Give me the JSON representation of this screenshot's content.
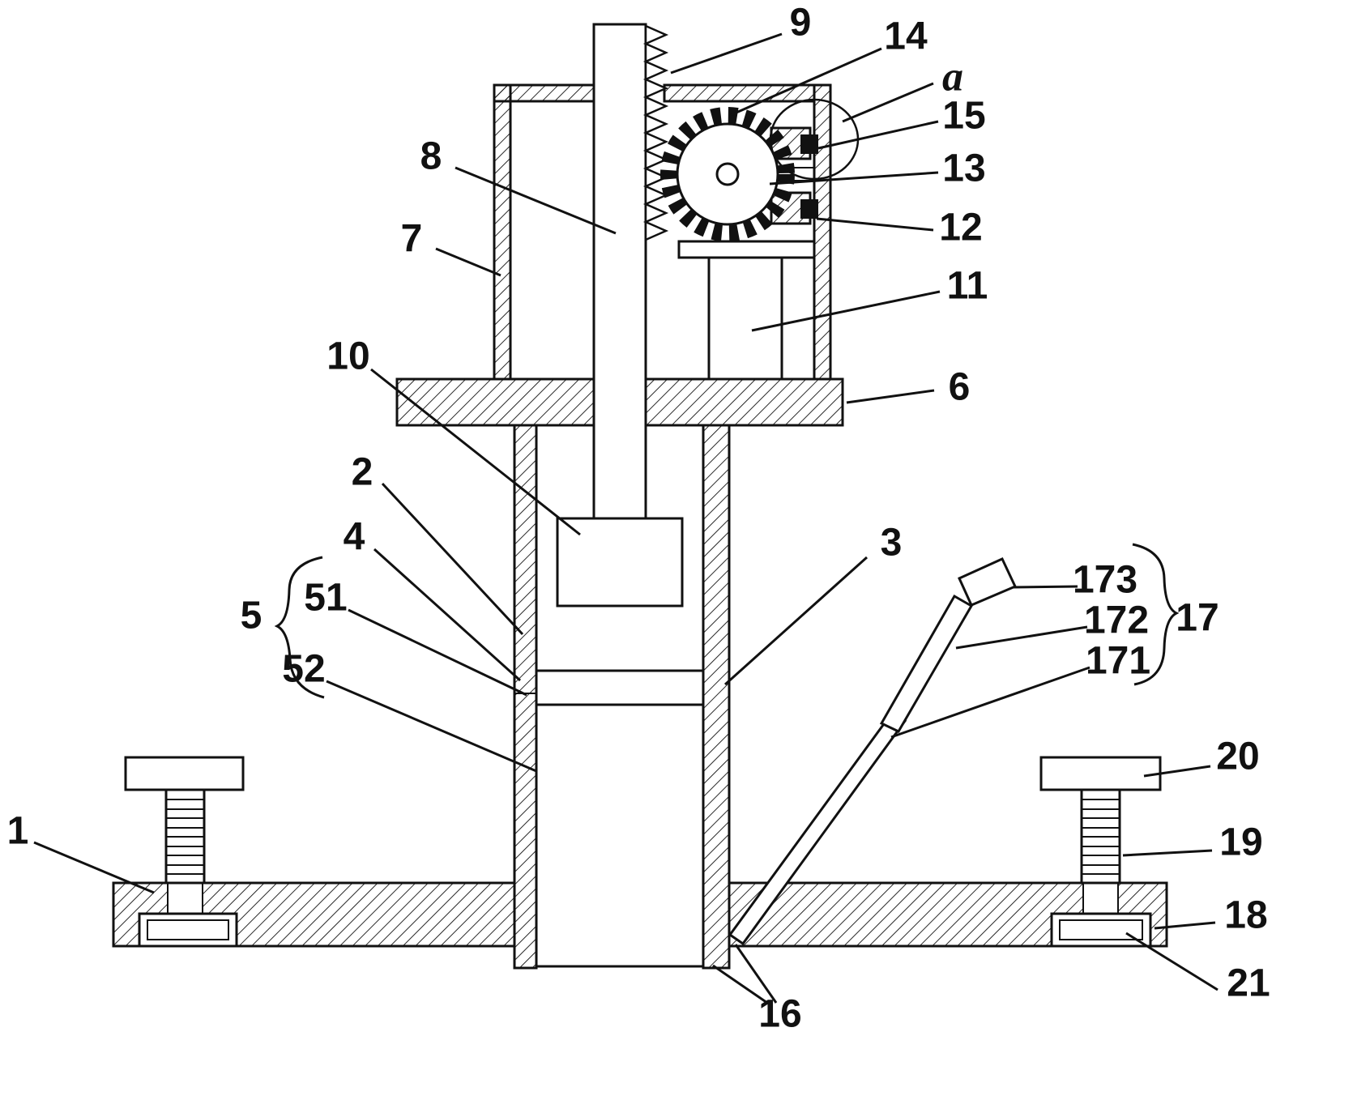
{
  "figure": {
    "type": "patent-technical-drawing",
    "ink_color": "#111111",
    "paper_color": "#ffffff"
  },
  "labels": {
    "n1": "1",
    "n2": "2",
    "n3": "3",
    "n4": "4",
    "n5": "5",
    "n51": "51",
    "n52": "52",
    "n6": "6",
    "n7": "7",
    "n8": "8",
    "n9": "9",
    "n10": "10",
    "n11": "11",
    "n12": "12",
    "n13": "13",
    "n14": "14",
    "n15": "15",
    "n16": "16",
    "n17": "17",
    "n171": "171",
    "n172": "172",
    "n173": "173",
    "n18": "18",
    "n19": "19",
    "n20": "20",
    "n21": "21",
    "na": "a"
  }
}
